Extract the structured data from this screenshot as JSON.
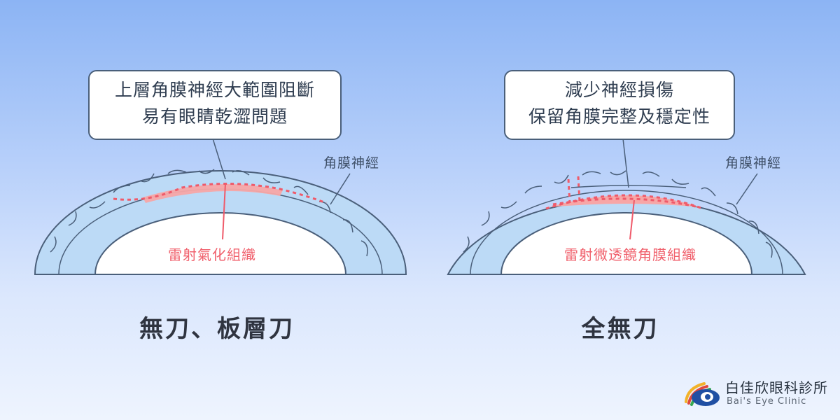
{
  "left_panel": {
    "callout_line1": "上層角膜神經大範圍阻斷",
    "callout_line2": "易有眼睛乾澀問題",
    "nerve_label": "角膜神經",
    "tissue_label": "雷射氣化組織",
    "caption": "無刀、板層刀"
  },
  "right_panel": {
    "callout_line1": "減少神經損傷",
    "callout_line2": "保留角膜完整及穩定性",
    "nerve_label": "角膜神經",
    "tissue_label": "雷射微透鏡角膜組織",
    "caption": "全無刀"
  },
  "brand": {
    "name_cn": "白佳欣眼科診所",
    "name_en": "Bai's Eye Clinic"
  },
  "colors": {
    "cornea_fill": "#bcdaf6",
    "cornea_stroke": "#4a5f7a",
    "tissue_pink": "#f7a6a6",
    "tissue_dash": "#ef5a6a",
    "label_red": "#f0606c"
  }
}
